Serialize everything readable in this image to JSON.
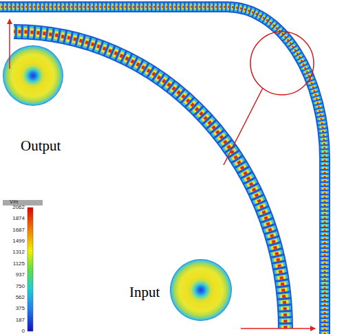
{
  "diagram": {
    "labels": [
      "Output",
      "Input",
      "V/m",
      "2062",
      "1874",
      "1687",
      "1499",
      "1312",
      "1125",
      "937",
      "750",
      "562",
      "375",
      "187",
      "0"
    ]
  }
}
